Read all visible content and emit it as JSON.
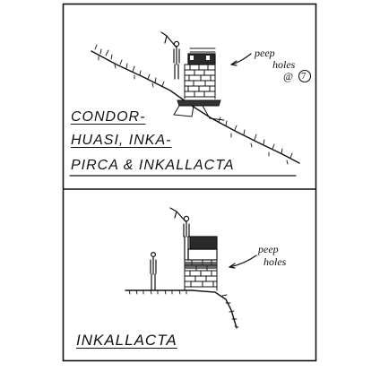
{
  "top_panel": {
    "caption_lines": [
      "CONDOR-",
      "HUASI, INKA-",
      "PIRCA & INKALLACTA"
    ],
    "annotation_lines": [
      "peep",
      "holes",
      "@"
    ],
    "annotation_circled": "7"
  },
  "bottom_panel": {
    "caption": "INKALLACTA",
    "annotation_lines": [
      "peep",
      "holes"
    ]
  },
  "colors": {
    "ink": "#111111",
    "paper": "#ffffff"
  }
}
